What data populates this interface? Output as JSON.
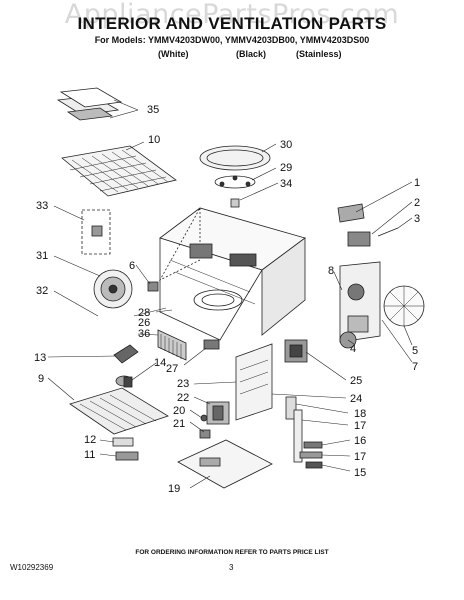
{
  "watermark": "AppliancePartsPros.com",
  "title": "INTERIOR AND VENTILATION PARTS",
  "models_line": "For Models: YMMV4203DW00, YMMV4203DB00, YMMV4203DS00",
  "finishes": {
    "white": "(White)",
    "black": "(Black)",
    "stainless": "(Stainless)"
  },
  "callouts": {
    "c1": "1",
    "c2": "2",
    "c3": "3",
    "c4": "4",
    "c5": "5",
    "c6": "6",
    "c7": "7",
    "c8": "8",
    "c9": "9",
    "c10": "10",
    "c11": "11",
    "c12": "12",
    "c13": "13",
    "c14": "14",
    "c15": "15",
    "c16": "16",
    "c17a": "17",
    "c17b": "17",
    "c18": "18",
    "c19": "19",
    "c20": "20",
    "c21": "21",
    "c22": "22",
    "c23": "23",
    "c24": "24",
    "c25": "25",
    "c26": "26",
    "c27": "27",
    "c28": "28",
    "c29": "29",
    "c30": "30",
    "c31": "31",
    "c32": "32",
    "c33": "33",
    "c34": "34",
    "c35": "35",
    "c36": "36"
  },
  "footer": {
    "ordering": "FOR ORDERING INFORMATION REFER TO PARTS PRICE LIST",
    "doc_number": "W10292369",
    "page_number": "3"
  }
}
